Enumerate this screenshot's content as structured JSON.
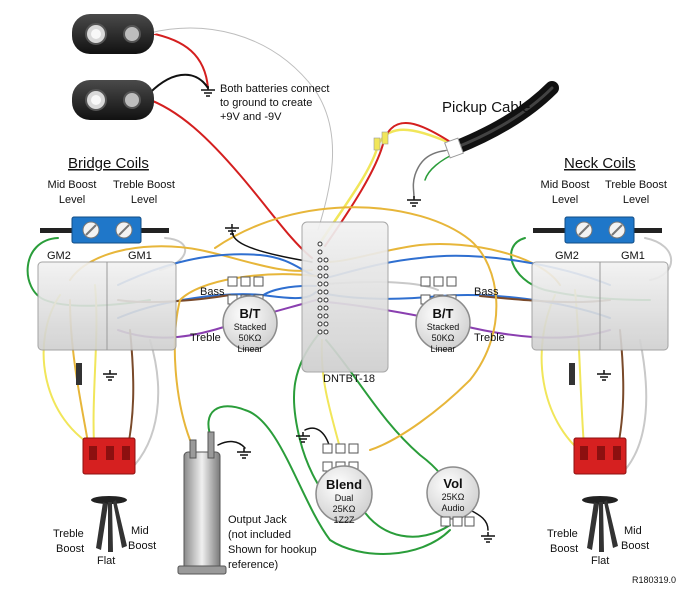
{
  "battery_note": [
    "Both batteries connect",
    "to ground to create",
    "+9V and -9V"
  ],
  "pickup_cable": "Pickup Cable",
  "bridge": {
    "title": "Bridge Coils",
    "mid_boost": [
      "Mid Boost",
      "Level"
    ],
    "treble_boost": [
      "Treble Boost",
      "Level"
    ],
    "gm2": "GM2",
    "gm1": "GM1",
    "switch_treble": [
      "Treble",
      "Boost"
    ],
    "switch_flat": "Flat",
    "switch_mid": [
      "Mid",
      "Boost"
    ]
  },
  "neck": {
    "title": "Neck Coils",
    "mid_boost": [
      "Mid Boost",
      "Level"
    ],
    "treble_boost": [
      "Treble Boost",
      "Level"
    ],
    "gm2": "GM2",
    "gm1": "GM1",
    "switch_treble": [
      "Treble",
      "Boost"
    ],
    "switch_flat": "Flat",
    "switch_mid": [
      "Mid",
      "Boost"
    ]
  },
  "bt_left": {
    "title": "B/T",
    "lines": [
      "Stacked",
      "50KΩ",
      "Linear"
    ],
    "bass": "Bass",
    "treble": "Treble"
  },
  "bt_right": {
    "title": "B/T",
    "lines": [
      "Stacked",
      "50KΩ",
      "Linear"
    ],
    "bass": "Bass",
    "treble": "Treble"
  },
  "preamp": "DNTBT-18",
  "blend": {
    "title": "Blend",
    "lines": [
      "Dual",
      "25KΩ",
      "1Z2Z"
    ]
  },
  "vol": {
    "title": "Vol",
    "lines": [
      "25KΩ",
      "Audio"
    ]
  },
  "output_jack": [
    "Output Jack",
    "(not included",
    "Shown for hookup",
    "reference)"
  ],
  "revision": "R180319.0"
}
